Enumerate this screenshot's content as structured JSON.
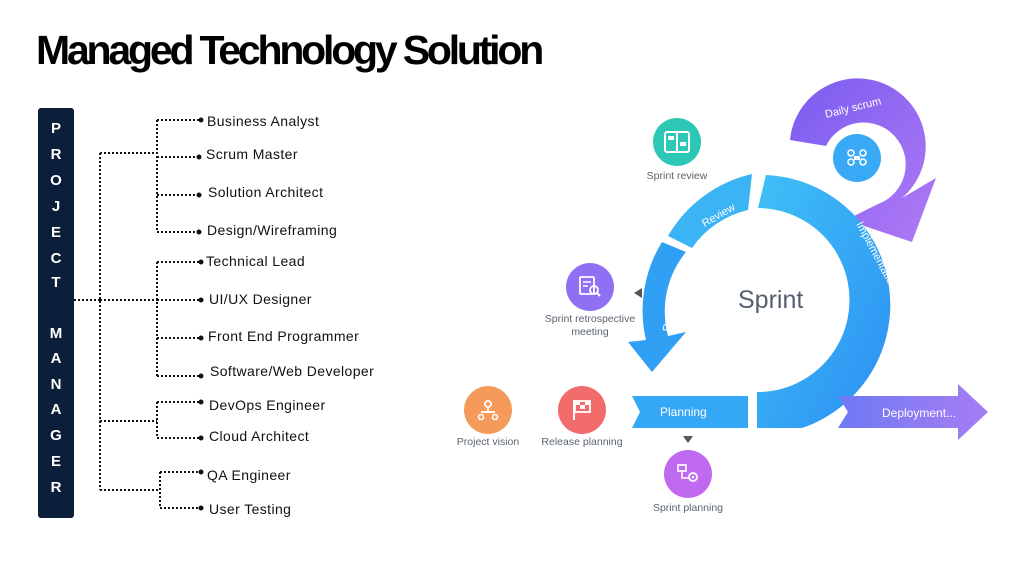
{
  "title": "Managed Technology Solution",
  "project_manager_letters": [
    "P",
    "R",
    "O",
    "J",
    "E",
    "C",
    "T",
    "",
    "M",
    "A",
    "N",
    "A",
    "G",
    "E",
    "R"
  ],
  "roles": [
    "Business Analyst",
    "Scrum Master",
    "Solution Architect",
    "Design/Wireframing",
    "Technical Lead",
    "UI/UX Designer",
    "Front End Programmer",
    "Software/Web Developer",
    "DevOps Engineer",
    "Cloud Architect",
    "QA Engineer",
    "User Testing"
  ],
  "sprint": {
    "center_label": "Sprint",
    "ring_labels": {
      "review": "Review",
      "implementation": "Implementation",
      "retrospect": "Retrospect",
      "daily_scrum": "Daily scrum"
    },
    "planning_label": "Planning",
    "deployment_label": "Deployment...",
    "captions": {
      "sprint_review": "Sprint review",
      "sprint_retrospective_line1": "Sprint retrospective",
      "sprint_retrospective_line2": "meeting",
      "project_vision": "Project vision",
      "release_planning": "Release planning",
      "sprint_planning": "Sprint planning"
    },
    "icons": {
      "sprint_review": "board-icon",
      "daily_scrum": "team-icon",
      "sprint_retrospective": "inspect-icon",
      "project_vision": "hierarchy-icon",
      "release_planning": "flag-icon",
      "sprint_planning": "route-icon"
    },
    "colors": {
      "ring": "#2fa6f5",
      "daily_scrum": "#9b6cf0",
      "planning": "#35a8f5",
      "deployment": "#8a6ef2",
      "review_icon": "#2cc7b5",
      "retro_icon": "#8f6ff3",
      "vision_icon": "#f59a5a",
      "release_icon": "#f26b6b",
      "planning_icon": "#c06af2"
    }
  }
}
